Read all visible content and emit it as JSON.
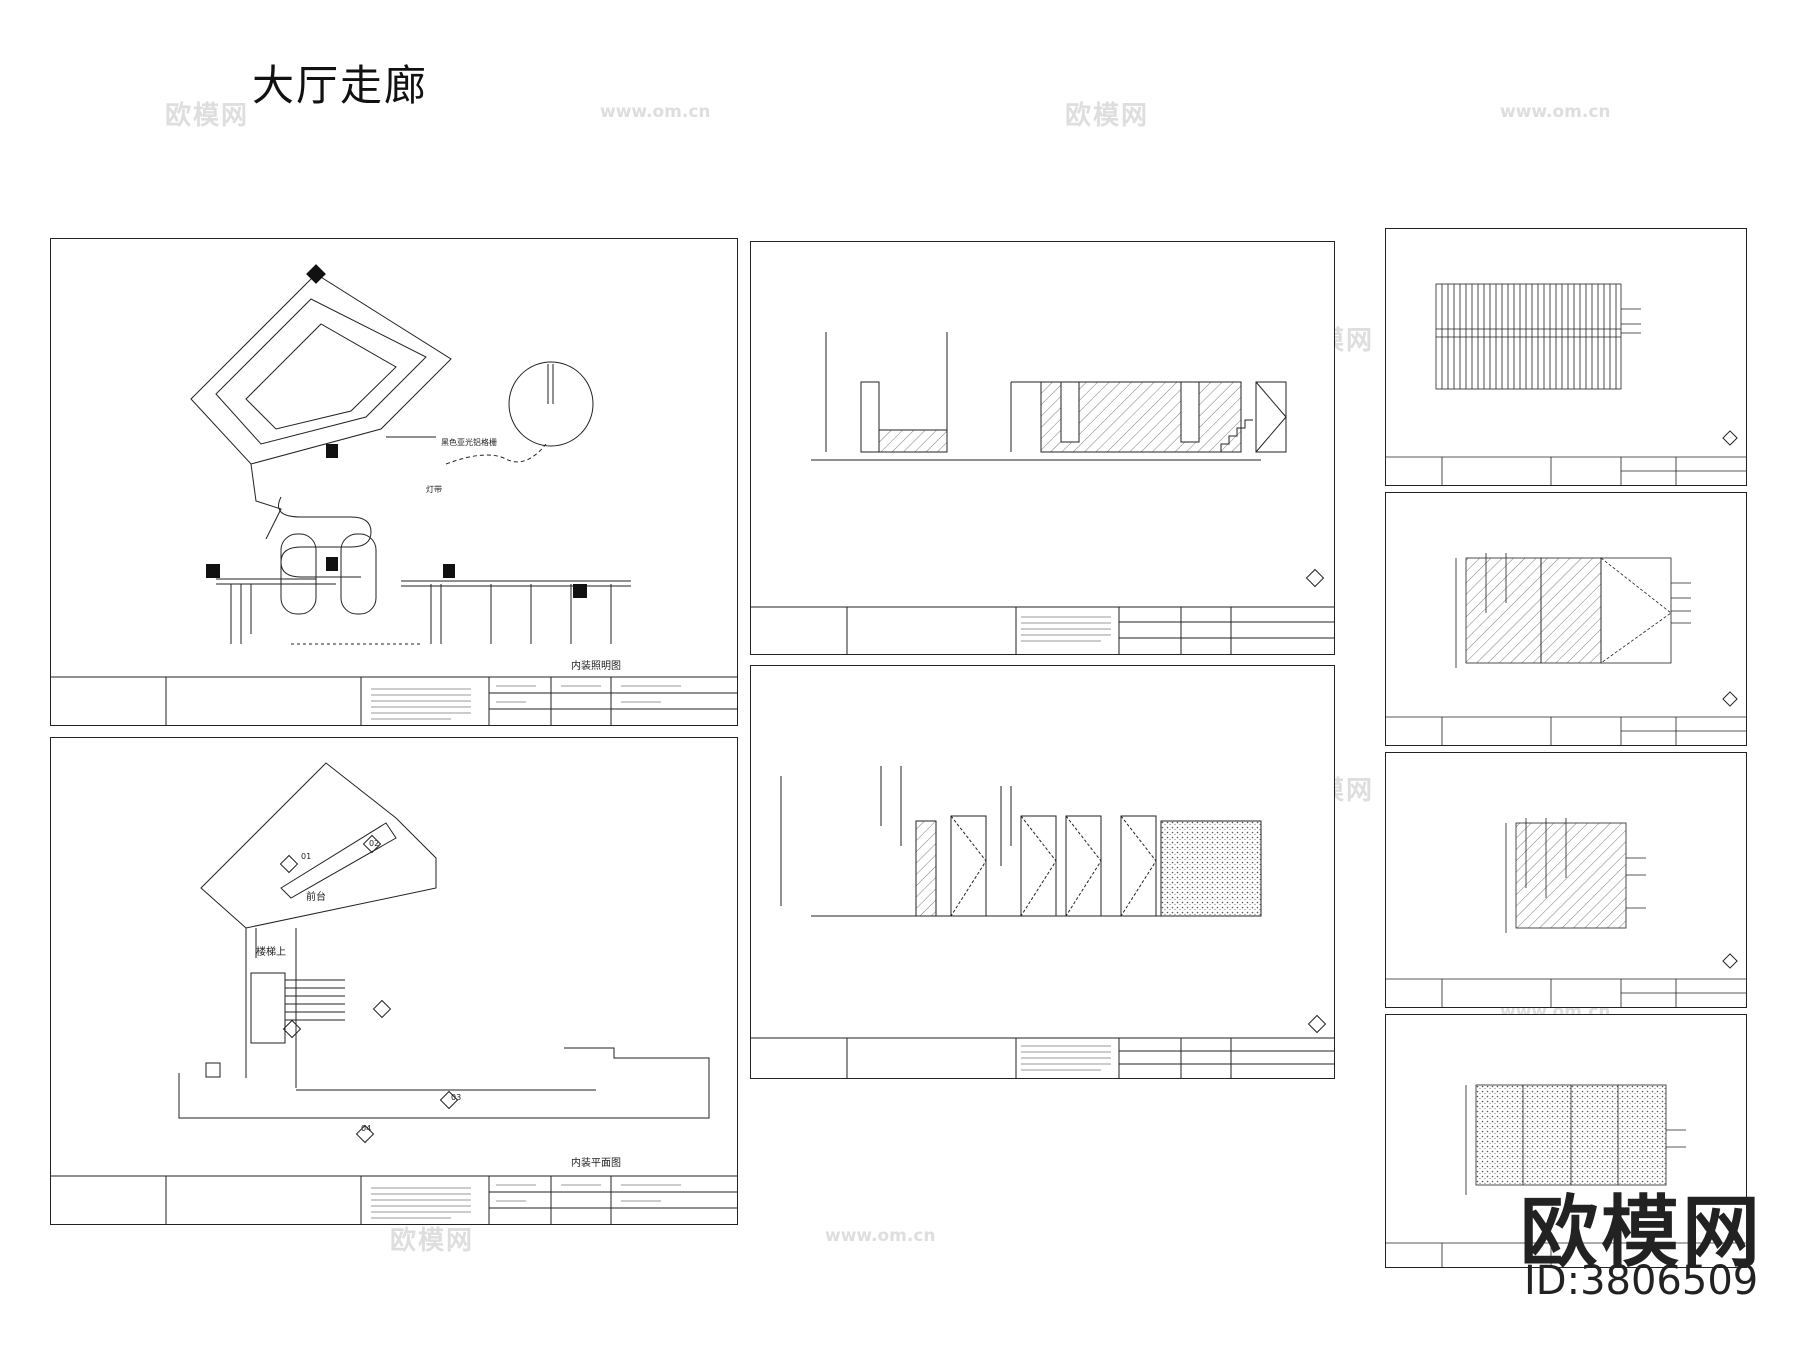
{
  "page": {
    "title": "大厅走廊"
  },
  "watermark": {
    "site_cn": "欧模网",
    "site_url": "www.om.cn"
  },
  "brand": {
    "logo_text": "欧模网",
    "id_text": "ID:3806509"
  },
  "sheets": {
    "plan_top": {
      "caption": "内装照明图",
      "label_ceiling": "黑色亚光铝格栅",
      "label_strip": "灯带"
    },
    "plan_bottom": {
      "caption": "内装平面图",
      "label_reception": "前台",
      "label_stair": "楼梯上"
    },
    "markers": [
      "01",
      "02",
      "03",
      "04"
    ]
  }
}
